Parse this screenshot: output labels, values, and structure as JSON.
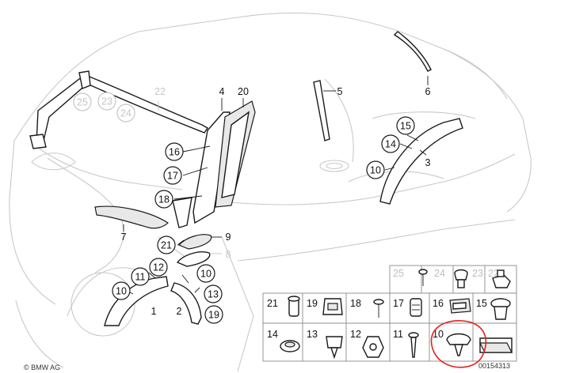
{
  "copyright": "© BMW AG",
  "diagram_id": "00154313",
  "highlight_color": "#e0241b",
  "callouts": {
    "c25": "25",
    "c23": "23",
    "c24": "24",
    "c16": "16",
    "c17": "17",
    "c18": "18",
    "c15": "15",
    "c14": "14",
    "c10a": "10",
    "c21": "21",
    "c12": "12",
    "c11": "11",
    "c10b": "10",
    "c10c": "10",
    "c13": "13",
    "c19": "19"
  },
  "part_labels": {
    "p22": "22",
    "p4": "4",
    "p20": "20",
    "p5": "5",
    "p6": "6",
    "p3": "3",
    "p7": "7",
    "p9": "9",
    "p8": "8",
    "p1": "1",
    "p2": "2"
  },
  "fastener_grid": {
    "row1": [
      "25",
      "24",
      "23",
      "22"
    ],
    "row2": [
      "21",
      "19",
      "18",
      "17",
      "16",
      "15"
    ],
    "row3": [
      "14",
      "13",
      "12",
      "11",
      "10"
    ]
  }
}
